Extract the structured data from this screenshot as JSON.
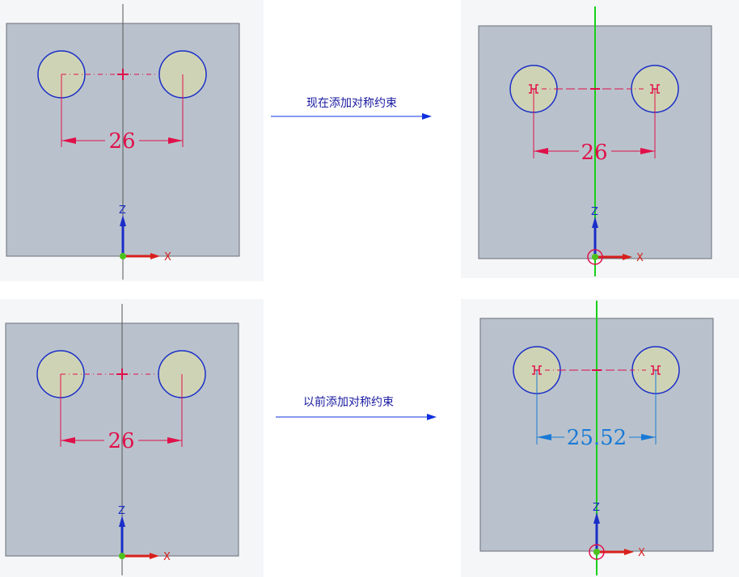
{
  "captions": {
    "row1": "现在添加对称约束",
    "row2": "以前添加对称约束"
  },
  "dimensions": {
    "top_left": "26",
    "top_right": "26",
    "bottom_left": "26",
    "bottom_right": "25.52"
  },
  "axes": {
    "z": "Z",
    "x": "X"
  },
  "colors": {
    "sheet_fill": "#b9c2cc",
    "hole_fill": "#cfd3b5",
    "hole_stroke": "#1a2ec8",
    "dimension_driving": "#e0104a",
    "dimension_driven": "#1a7ad6",
    "symmetry_axis": "#19d019",
    "arrow": "#1030e0"
  }
}
